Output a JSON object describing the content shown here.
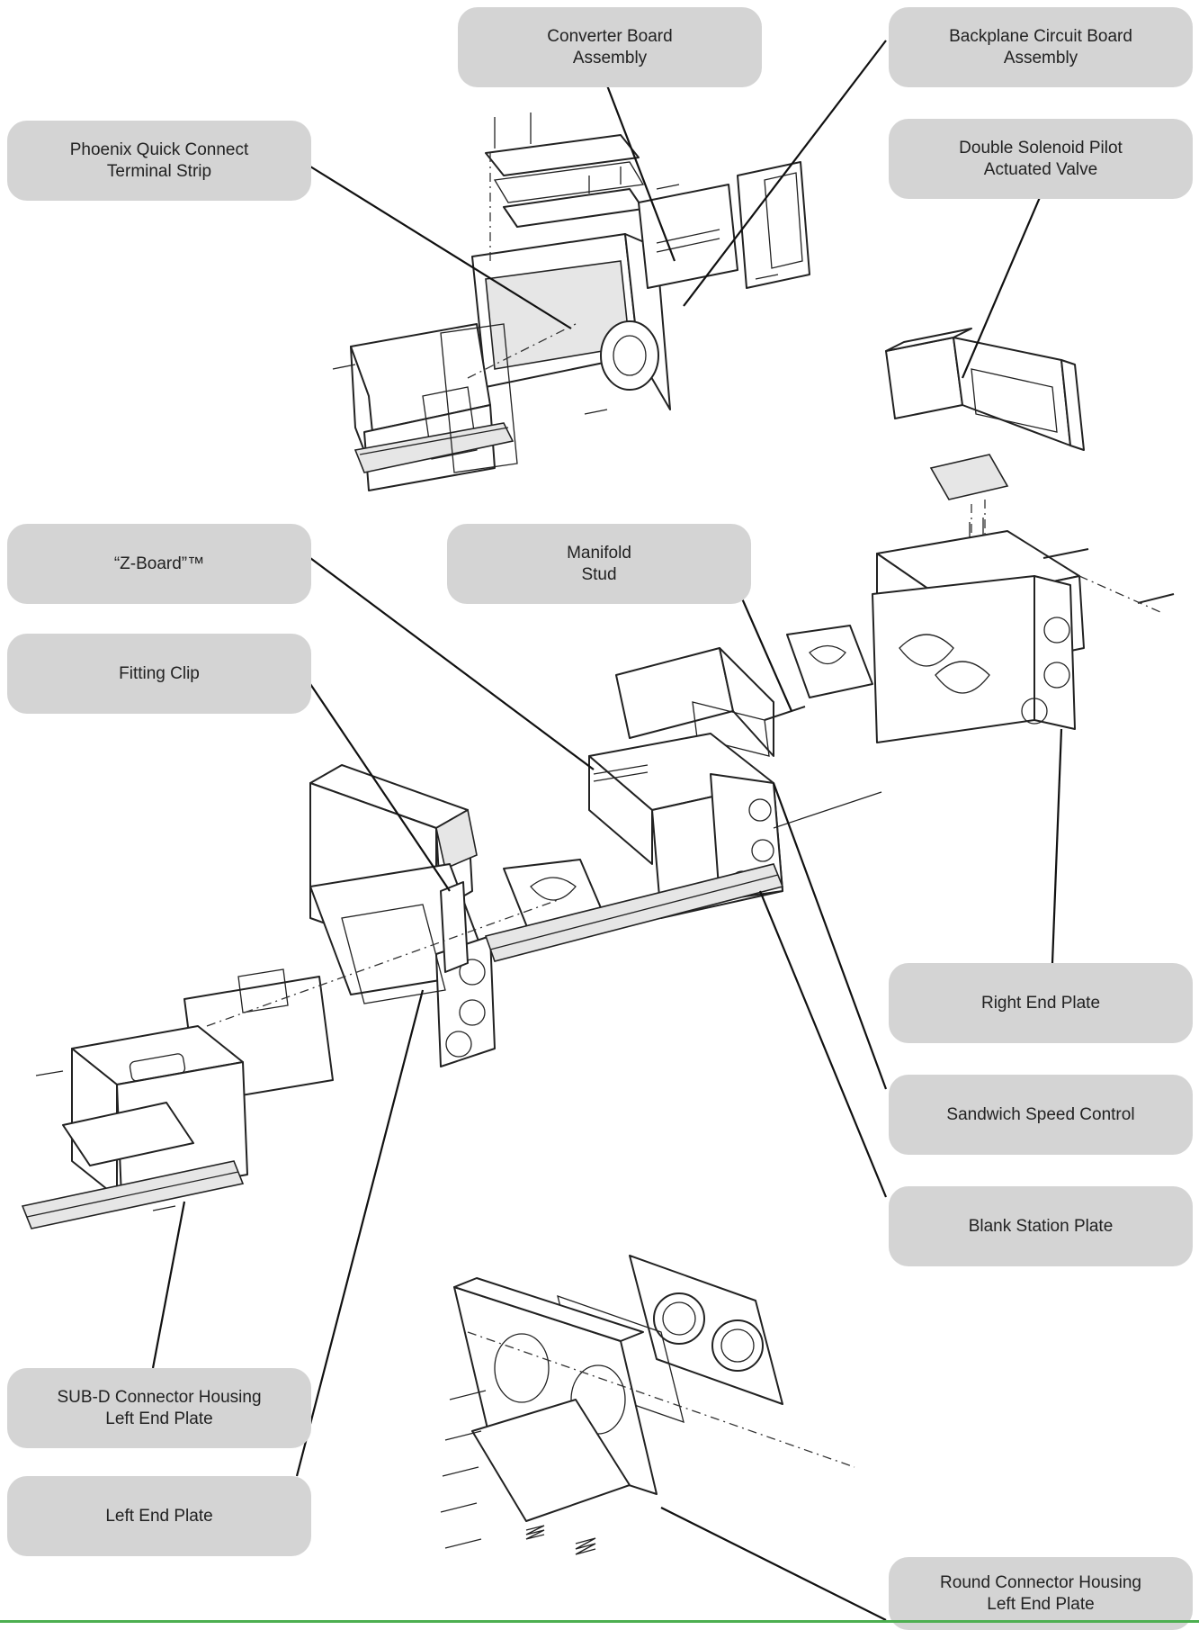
{
  "callouts": {
    "converter_board": "Converter Board\nAssembly",
    "backplane_board": "Backplane Circuit Board\nAssembly",
    "phoenix_terminal": "Phoenix Quick Connect\nTerminal Strip",
    "double_solenoid": "Double Solenoid Pilot\nActuated Valve",
    "z_board": "“Z-Board”™",
    "manifold_stud": "Manifold\nStud",
    "fitting_clip": "Fitting Clip",
    "right_end_plate": "Right End Plate",
    "sandwich_speed": "Sandwich Speed Control",
    "blank_station": "Blank Station Plate",
    "subd_housing": "SUB-D Connector Housing\nLeft End Plate",
    "left_end_plate": "Left End Plate",
    "round_housing": "Round Connector Housing\nLeft End Plate"
  },
  "colors": {
    "callout_bg": "#d4d4d4",
    "leader_line": "#111111",
    "footer_rule": "#4caf50"
  }
}
